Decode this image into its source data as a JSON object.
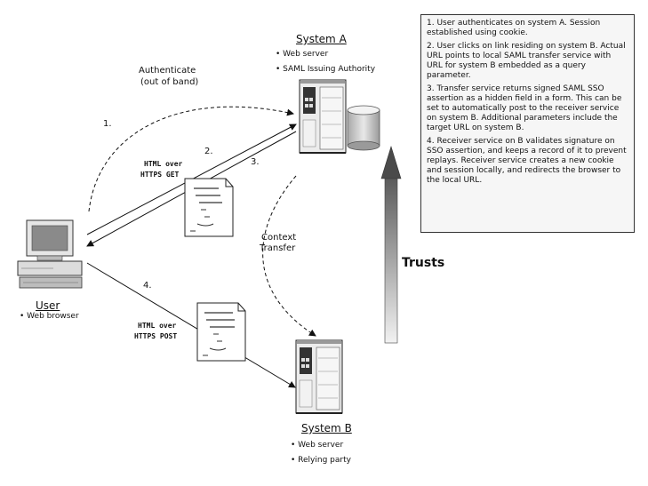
{
  "system_a": {
    "title": "System A",
    "bullets": [
      "Web server",
      "SAML Issuing Authority"
    ]
  },
  "system_b": {
    "title": "System B",
    "bullets": [
      "Web server",
      "Relying party"
    ]
  },
  "user": {
    "title": "User",
    "bullets": [
      "Web browser"
    ]
  },
  "labels": {
    "authenticate_line1": "Authenticate",
    "authenticate_line2": "(out of band)",
    "step1": "1.",
    "step2": "2.",
    "step3": "3.",
    "step4": "4.",
    "http_get_line1": "HTML over",
    "http_get_line2": "HTTPS GET",
    "http_post_line1": "HTML over",
    "http_post_line2": "HTTPS POST",
    "context_line1": "Context",
    "context_line2": "Transfer",
    "trusts": "Trusts"
  },
  "steps": [
    {
      "num": "1.",
      "text": "User authenticates on system A. Session established using cookie."
    },
    {
      "num": "2.",
      "text": "User clicks on link residing on system B. Actual URL points to local SAML transfer service with URL for system B embedded as a query parameter."
    },
    {
      "num": "3.",
      "text": "Transfer service returns signed SAML SSO assertion as a hidden field in a form. This can be set to automatically post to the receiver service on system B. Additional parameters include the target URL on system B."
    },
    {
      "num": "4.",
      "text": "Receiver service on B validates signature on SSO assertion, and keeps a record of it to prevent replays. Receiver service creates a new cookie and session locally, and redirects the browser to the local URL."
    }
  ]
}
